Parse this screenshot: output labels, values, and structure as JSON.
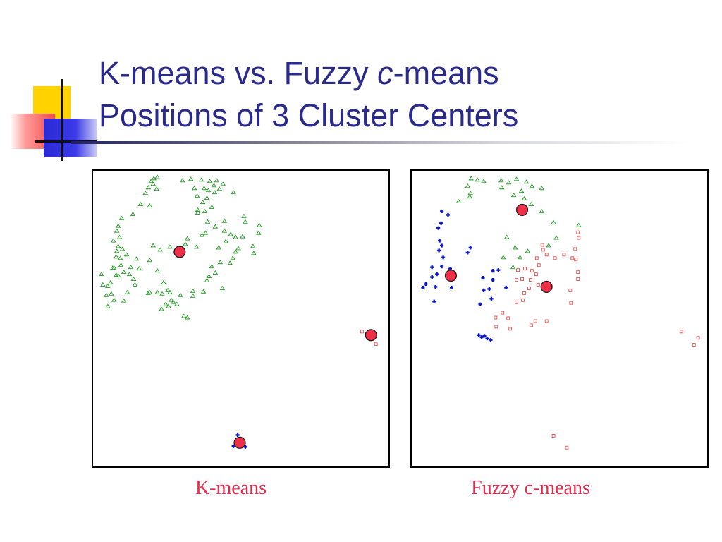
{
  "title": {
    "line1_prefix": "K-means vs. Fuzzy ",
    "line1_italic": "c",
    "line1_suffix": "-means",
    "line2": "Positions of 3 Cluster Centers"
  },
  "colors": {
    "title": "#2a2a8c",
    "caption": "#e8294c",
    "cluster_green": "#1f9a1f",
    "cluster_blue": "#0b18c8",
    "cluster_red": "#e84b4b",
    "center_fill": "#ef2f48"
  },
  "panels": [
    {
      "id": "kmeans",
      "caption": "K-means"
    },
    {
      "id": "fuzzy",
      "caption": "Fuzzy c-means"
    }
  ]
}
